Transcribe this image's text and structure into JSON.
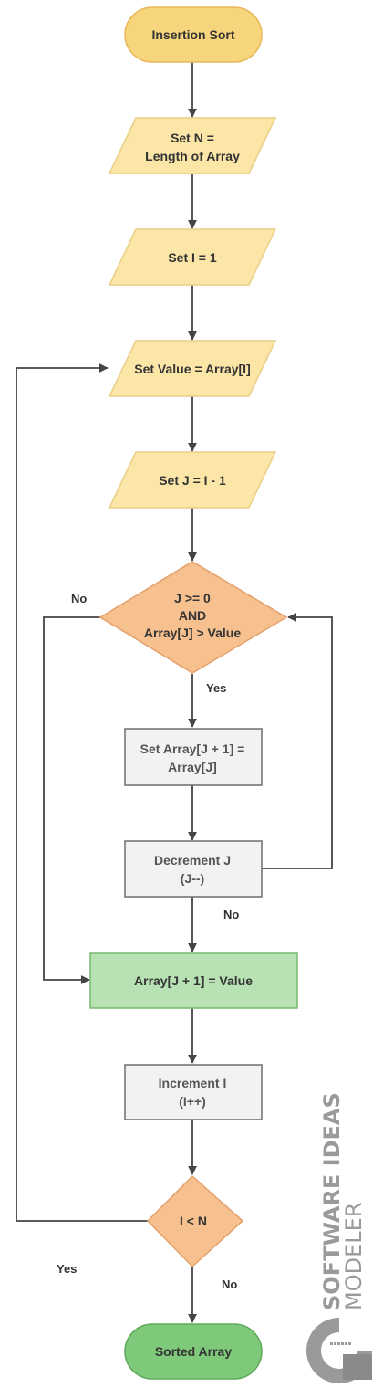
{
  "nodes": {
    "start": "Insertion Sort",
    "set_n_line1": "Set N =",
    "set_n_line2": "Length of Array",
    "set_i": "Set I = 1",
    "set_value": "Set Value = Array[I]",
    "set_j": "Set J = I - 1",
    "cond1_line1": "J >= 0",
    "cond1_line2": "AND",
    "cond1_line3": "Array[J] > Value",
    "shift_line1": "Set Array[J + 1] =",
    "shift_line2": "Array[J]",
    "decrement_line1": "Decrement J",
    "decrement_line2": "(J--)",
    "assign": "Array[J + 1] = Value",
    "increment_line1": "Increment I",
    "increment_line2": "(I++)",
    "cond2": "I < N",
    "end": "Sorted Array"
  },
  "edge_labels": {
    "cond1_no": "No",
    "cond1_yes": "Yes",
    "decrement_no": "No",
    "cond2_yes": "Yes",
    "cond2_no": "No"
  },
  "watermark": {
    "line1": "SOFTWARE IDEAS",
    "line2": "MODELER"
  },
  "colors": {
    "terminal_start": "#f7d57c",
    "io": "#fbe6a8",
    "decision": "#f7c08f",
    "process": "#f2f2f2",
    "process_green": "#b8e2b4",
    "terminal_end": "#7fc97a",
    "line": "#444444"
  }
}
